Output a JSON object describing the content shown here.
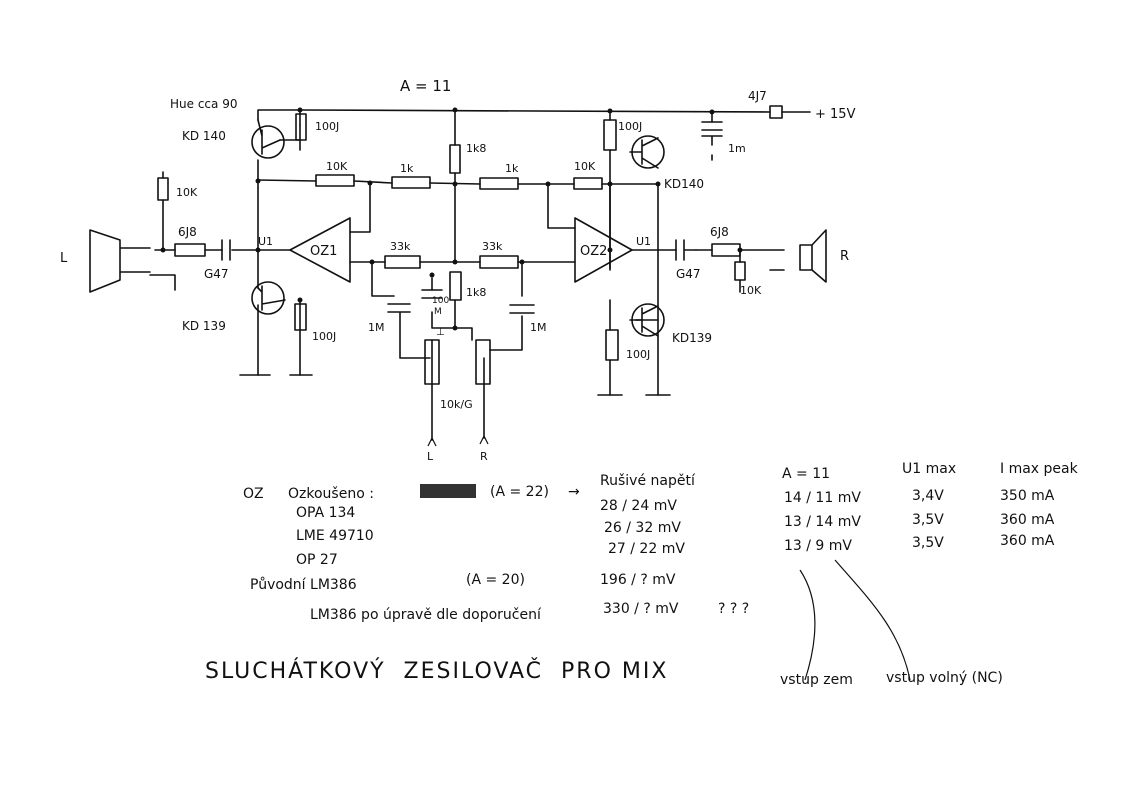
{
  "header": {
    "gain": "A = 11",
    "supply": "+ 15V",
    "supply_resistor": "4J7"
  },
  "left_channel": {
    "cooler_label": "Hue cca 90",
    "upper_transistor": "KD 140",
    "lower_transistor": "KD 139",
    "upper_emitter_r": "100J",
    "lower_emitter_r": "100J",
    "input_pulldown": "10K",
    "output_r": "6J8",
    "output_cap": "G47",
    "u1": "U1",
    "opamp": "OZ1",
    "feedback_r": "10K",
    "divider_r": "1k",
    "gain_r": "33k",
    "gain_cap": "1M",
    "jack": "L"
  },
  "right_channel": {
    "upper_transistor": "KD140",
    "lower_transistor": "KD139",
    "upper_emitter_r": "100J",
    "lower_emitter_r": "100J",
    "output_r": "6J8",
    "output_cap": "G47",
    "load_r": "10K",
    "u1": "U1",
    "opamp": "OZ2",
    "feedback_r": "10K",
    "divider_r": "1k",
    "gain_r": "33k",
    "gain_cap": "1M",
    "jack": "R"
  },
  "center": {
    "top_r": "1k8",
    "bottom_r": "1k8",
    "filter_cap": "100",
    "filter_cap_unit": "M",
    "pot": "10k/G",
    "pot_ground": "⊥",
    "in_l": "L",
    "in_r": "R"
  },
  "supply_cap": "1m",
  "notes": {
    "oz_label": "OZ",
    "tested": "Ozkoušeno :",
    "scribble": "",
    "gain22": "(A = 22)",
    "arrow": "→",
    "noise_header": "Rušivé napětí",
    "opamps": [
      "OPA 134",
      "LME 49710",
      "OP 27"
    ],
    "noise_values": [
      "28 / 24 mV",
      "26 / 32 mV",
      "27 / 22 mV"
    ],
    "original": "Původní LM386",
    "gain20": "(A = 20)",
    "original_value": "196 / ? mV",
    "lm386_mod": "LM386 po úpravě dle doporučení",
    "lm386_mod_value": "330 / ? mV",
    "question": "? ? ?"
  },
  "table": {
    "headers": [
      "A = 11",
      "U1 max",
      "I max peak"
    ],
    "rows": [
      [
        "14 / 11 mV",
        "3,4V",
        "350 mA"
      ],
      [
        "13 / 14 mV",
        "3,5V",
        "360 mA"
      ],
      [
        "13 / 9 mV",
        "3,5V",
        "360 mA"
      ]
    ],
    "annot_short": "vstup zem",
    "annot_nc": "vstup volný (NC)"
  },
  "title": "SLUCHÁTKOVÝ  ZESILOVAČ  PRO MIX"
}
